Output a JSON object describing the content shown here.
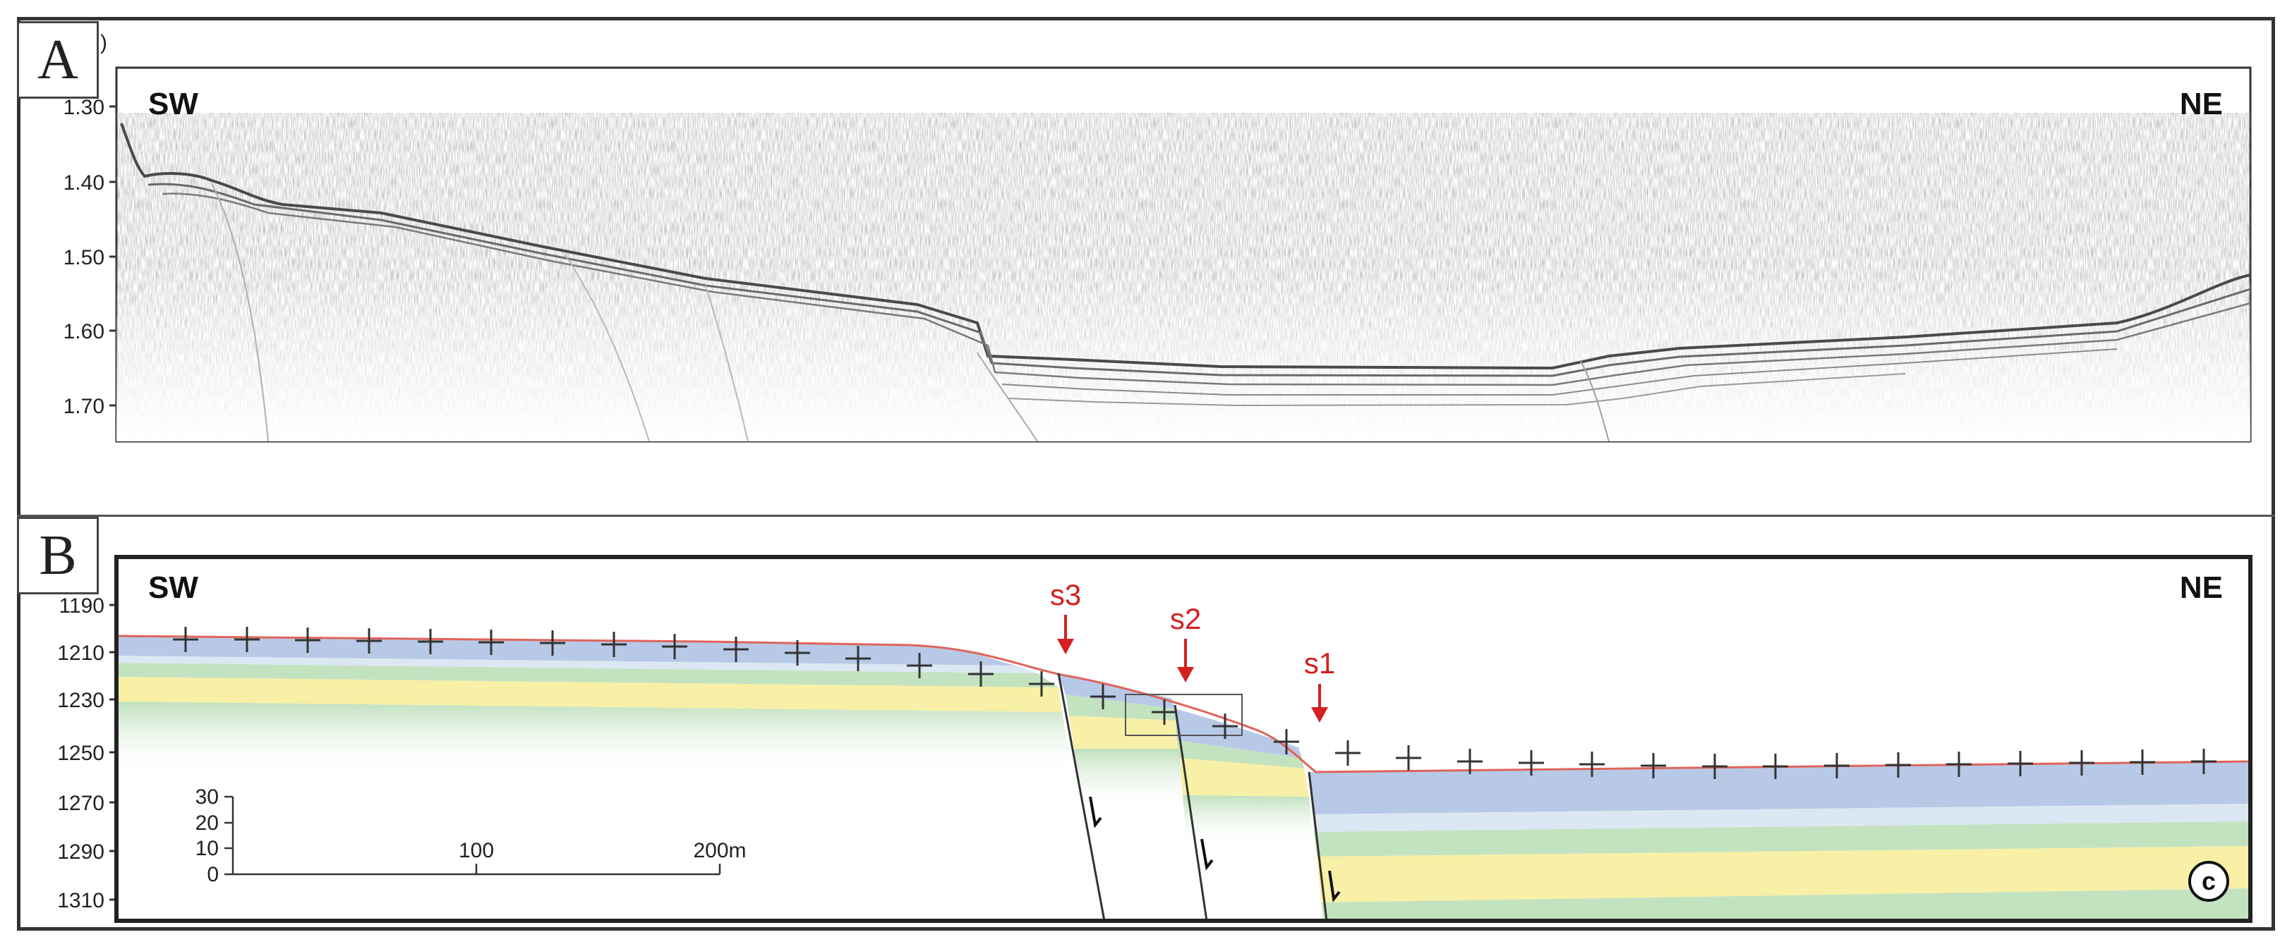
{
  "panel_a": {
    "label": "A",
    "left_direction": "SW",
    "right_direction": "NE",
    "axis_ticks": [
      "1.30",
      "1.40",
      "1.50",
      "1.60",
      "1.70"
    ],
    "corner_glyph": ")"
  },
  "panel_b": {
    "label": "B",
    "left_direction": "SW",
    "right_direction": "NE",
    "axis_ticks": [
      "1190",
      "1210",
      "1230",
      "1250",
      "1270",
      "1290",
      "1310"
    ],
    "markers": [
      {
        "label": "s3"
      },
      {
        "label": "s2"
      },
      {
        "label": "s1"
      }
    ],
    "scale_bar": {
      "vertical_ticks": [
        "30",
        "20",
        "10",
        "0"
      ],
      "horizontal_ticks": [
        "100",
        "200m"
      ]
    },
    "stamp": "c"
  },
  "colors": {
    "water_blue": "#b7c9e6",
    "pale_blue": "#dbe7f2",
    "green": "#c3e2c0",
    "yellow": "#f8f0a6",
    "seafloor_red": "#e0645a",
    "marker_red": "#d42020"
  }
}
